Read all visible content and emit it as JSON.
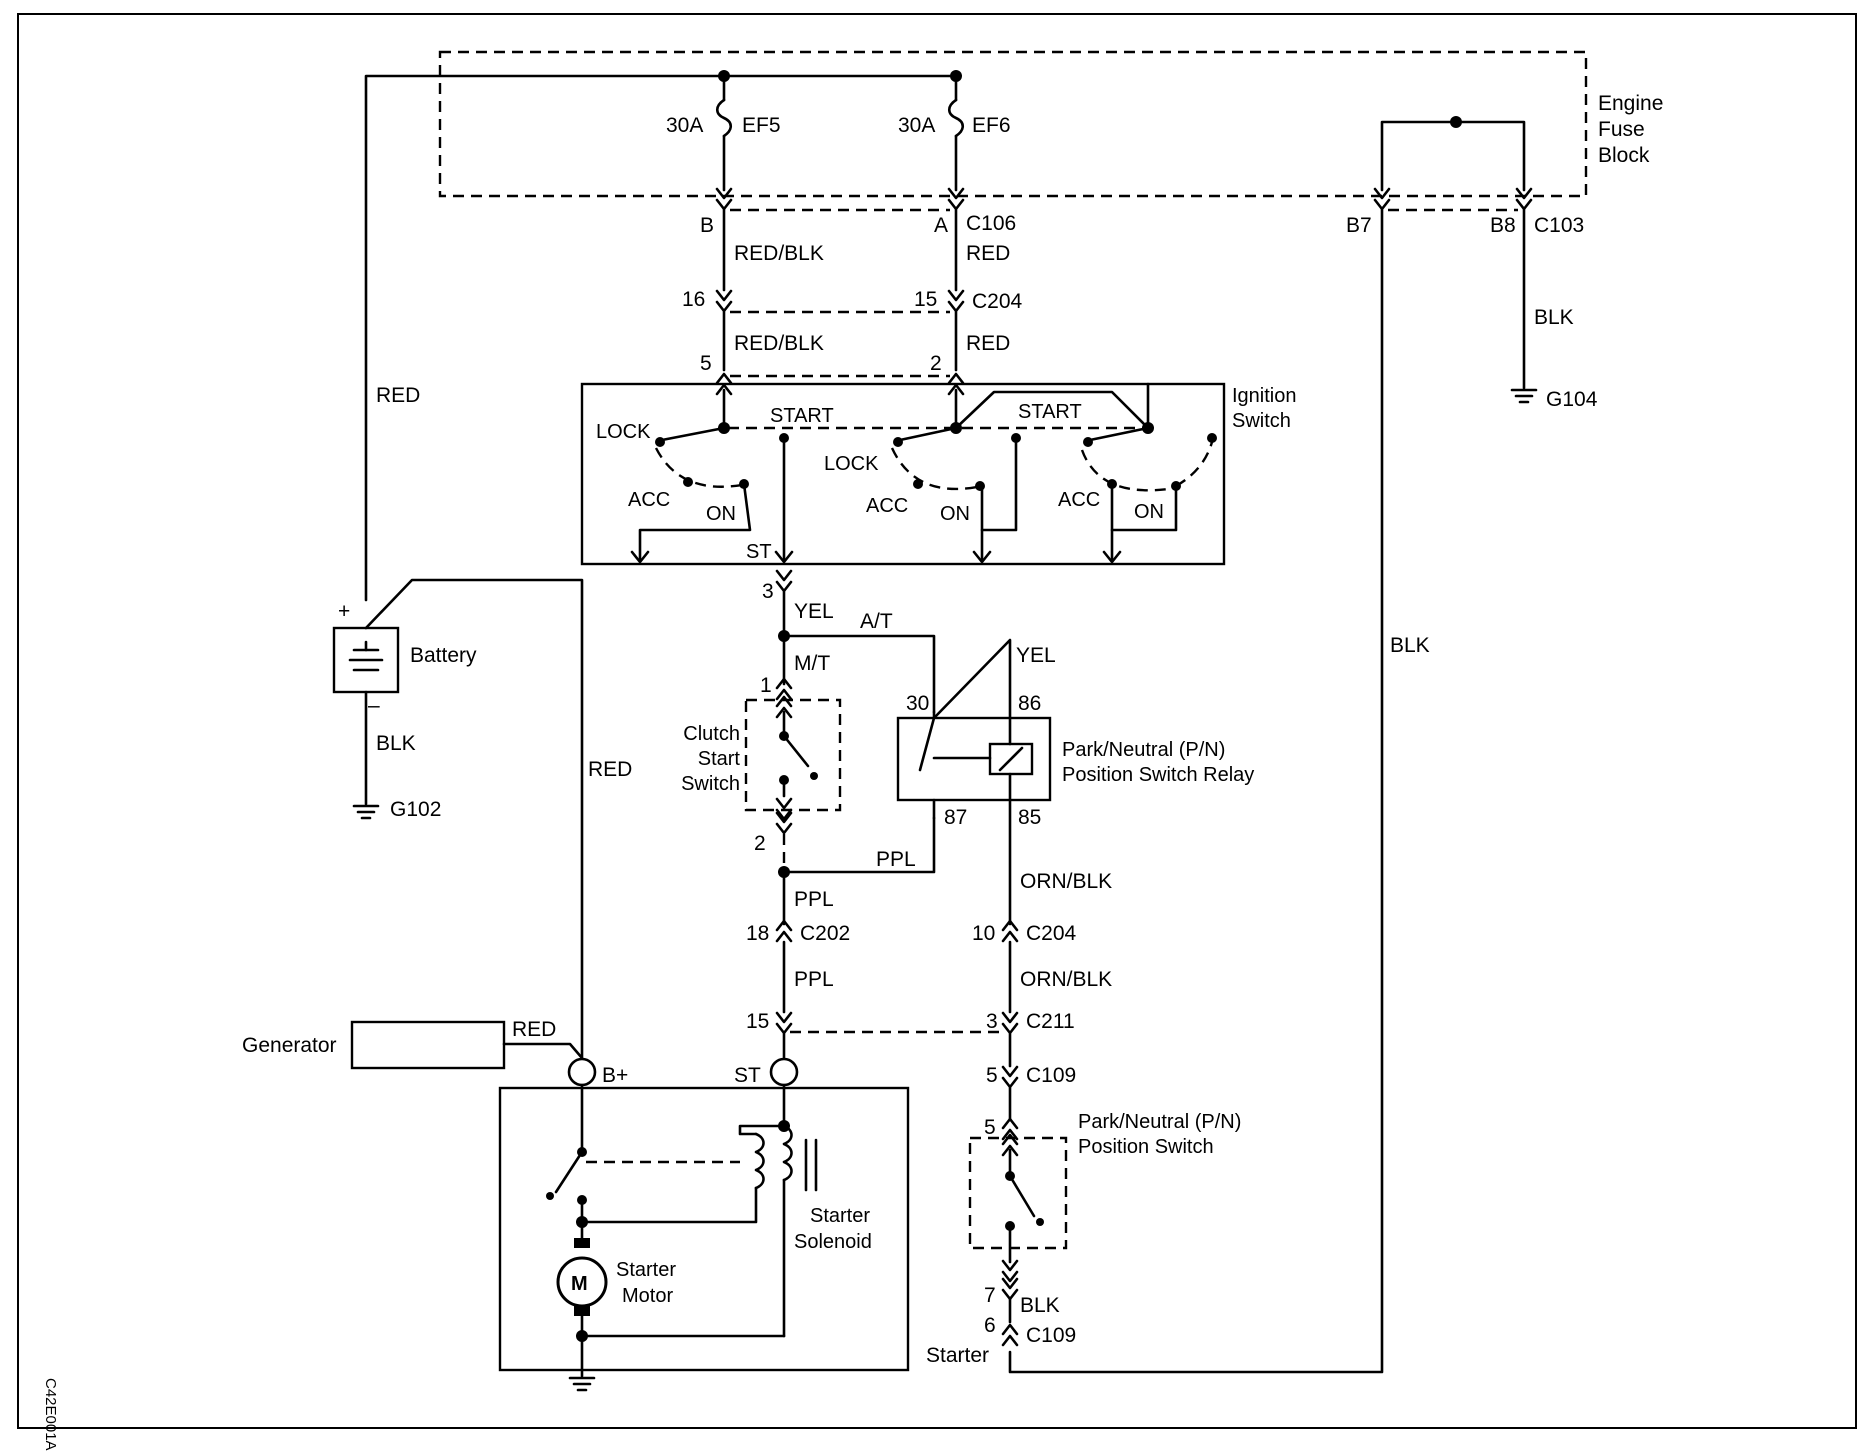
{
  "labels": {
    "fuse_block": [
      "Engine",
      "Fuse",
      "Block"
    ],
    "fuse_ef5": "EF5",
    "fuse_ef6": "EF6",
    "fuse_rating": "30A",
    "c106": "C106",
    "c103": "C103",
    "pin_b": "B",
    "pin_a": "A",
    "pin_b7": "B7",
    "pin_b8": "B8",
    "red_blk": "RED/BLK",
    "red": "RED",
    "blk": "BLK",
    "c204": "C204",
    "pin_16": "16",
    "pin_15": "15",
    "pin_5": "5",
    "pin_2": "2",
    "g104": "G104",
    "g102": "G102",
    "ignition_switch": [
      "Ignition",
      "Switch"
    ],
    "lock": "LOCK",
    "start": "START",
    "acc": "ACC",
    "on": "ON",
    "st": "ST",
    "pin_3": "3",
    "yel": "YEL",
    "at": "A/T",
    "mt": "M/T",
    "battery": "Battery",
    "plus": "+",
    "minus": "–",
    "clutch_switch": [
      "Clutch",
      "Start",
      "Switch"
    ],
    "pin_1": "1",
    "relay_name": [
      "Park/Neutral (P/N)",
      "Position Switch Relay"
    ],
    "pin_30": "30",
    "pin_86": "86",
    "pin_87": "87",
    "pin_85": "85",
    "ppl": "PPL",
    "orn_blk": "ORN/BLK",
    "c202": "C202",
    "pin_18": "18",
    "pin_10": "10",
    "c211": "C211",
    "c109": "C109",
    "pn_switch": [
      "Park/Neutral (P/N)",
      "Position Switch"
    ],
    "pin_7": "7",
    "pin_6": "6",
    "generator": "Generator",
    "b_plus": "B+",
    "starter_solenoid": [
      "Starter",
      "Solenoid"
    ],
    "starter_motor": [
      "Starter",
      "Motor"
    ],
    "motor_symbol": "M",
    "starter": "Starter",
    "diagram_code": "C42E001A"
  }
}
